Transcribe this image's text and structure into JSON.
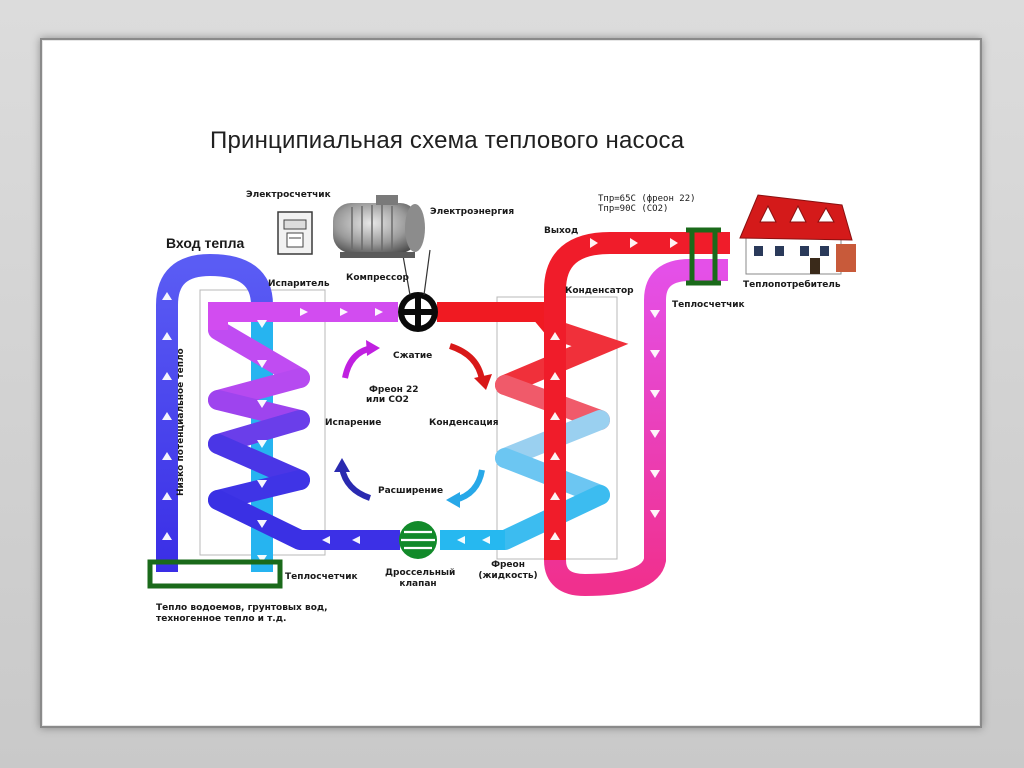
{
  "title": "Принципиальная схема теплового насоса",
  "labels": {
    "meter": "Электросчетчик",
    "energy": "Электроэнергия",
    "heat_in": "Вход тепла",
    "evaporator": "Испаритель",
    "compressor": "Компрессор",
    "tmp1": "Тпр=65С (фреон 22)",
    "tmp2": "Тпр=90С (CO2)",
    "exit": "Выход",
    "condenser": "Конденсатор",
    "heat_meter_top": "Теплосчетчик",
    "consumer": "Теплопотребитель",
    "low_potential": "Низко потенциальное тепло",
    "compression": "Сжатие",
    "freon_l1": "Фреон 22",
    "freon_l2": "или CO2",
    "evaporation": "Испарение",
    "condensation": "Конденсация",
    "expansion": "Расширение",
    "heat_meter_bottom": "Теплосчетчик",
    "throttle_l1": "Дроссельный",
    "throttle_l2": "клапан",
    "freon_liq_l1": "Фреон",
    "freon_liq_l2": "(жидкость)",
    "bottom_l1": "Тепло водоемов, грунтовых вод,",
    "bottom_l2": "техногенное тепло и т.д."
  },
  "colors": {
    "cold_blue": "#3a3af0",
    "light_blue": "#22b4f0",
    "violet": "#b43cf0",
    "magenta": "#e83ce8",
    "hot_red": "#f01c1c",
    "pink": "#f03ca0",
    "meter_green": "#1a6a1a"
  },
  "icons": [
    "electric-meter-icon",
    "motor-icon",
    "compressor-icon",
    "throttle-valve-icon",
    "house-icon",
    "cycle-arrow-icon"
  ]
}
